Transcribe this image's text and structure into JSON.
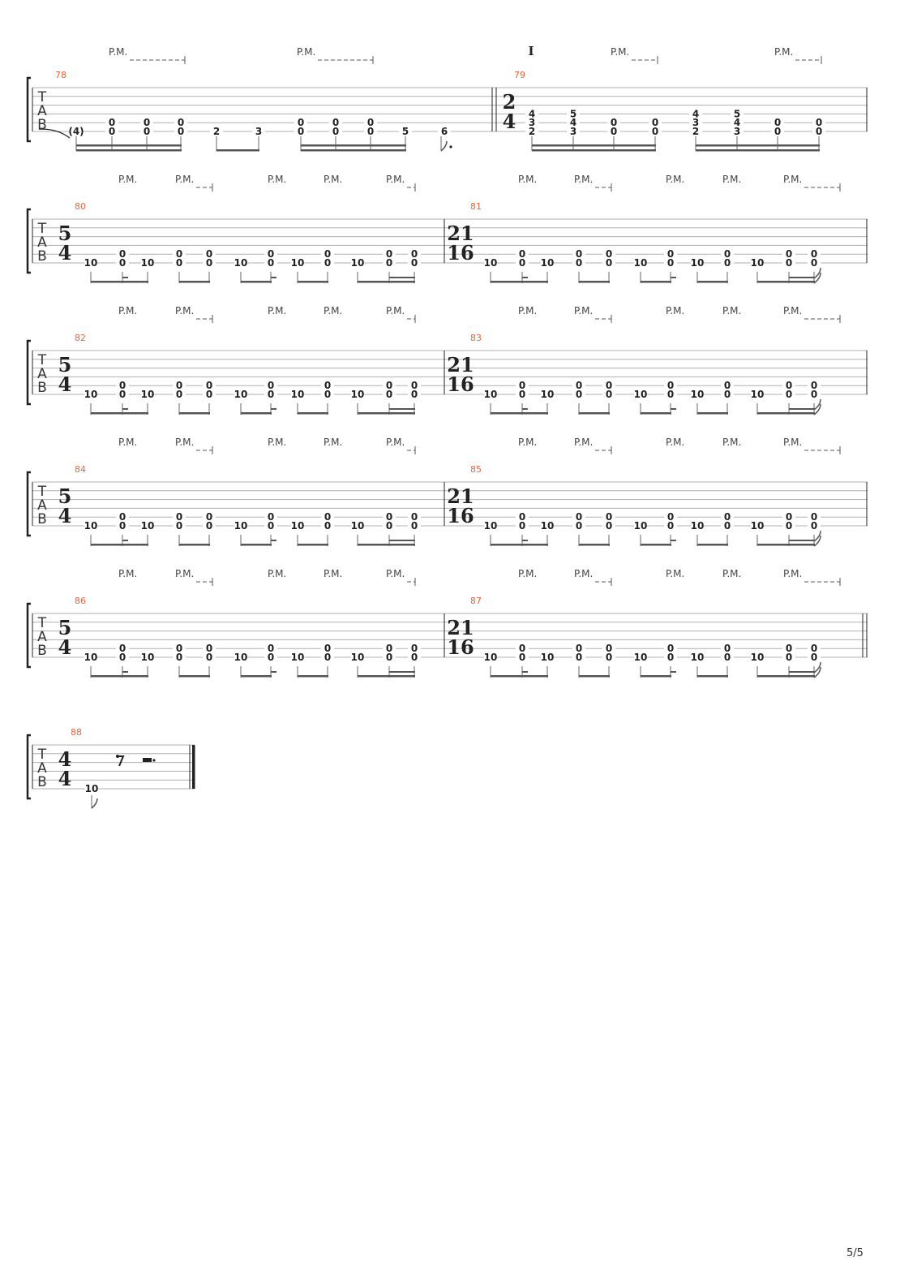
{
  "page": {
    "number": "5/5"
  },
  "labels": {
    "pm": "P.M.",
    "tab": [
      "T",
      "A",
      "B"
    ],
    "section_mark": "I"
  },
  "colors": {
    "measure_number": "#e8643c",
    "line": "#b0b0b0",
    "ink": "#222222"
  },
  "systems": [
    {
      "measures": [
        {
          "number": "78",
          "notes": [
            {
              "s": 6,
              "f": "(4)"
            },
            {
              "s": 5,
              "f": "0"
            },
            {
              "s": 6,
              "f": "0"
            },
            {
              "s": 5,
              "f": "0"
            },
            {
              "s": 6,
              "f": "0"
            },
            {
              "s": 5,
              "f": "0"
            },
            {
              "s": 6,
              "f": "0"
            },
            {
              "s": 6,
              "f": "2"
            },
            {
              "s": 6,
              "f": "3"
            },
            {
              "s": 5,
              "f": "0"
            },
            {
              "s": 6,
              "f": "0"
            },
            {
              "s": 5,
              "f": "0"
            },
            {
              "s": 6,
              "f": "0"
            },
            {
              "s": 5,
              "f": "0"
            },
            {
              "s": 6,
              "f": "0"
            },
            {
              "s": 6,
              "f": "5"
            },
            {
              "s": 6,
              "f": "6"
            }
          ]
        },
        {
          "number": "79",
          "time_signature": [
            "2",
            "4"
          ],
          "notes": [
            {
              "s": 4,
              "f": "4"
            },
            {
              "s": 5,
              "f": "3"
            },
            {
              "s": 6,
              "f": "2"
            },
            {
              "s": 4,
              "f": "5"
            },
            {
              "s": 5,
              "f": "4"
            },
            {
              "s": 6,
              "f": "3"
            },
            {
              "s": 5,
              "f": "0"
            },
            {
              "s": 6,
              "f": "0"
            },
            {
              "s": 5,
              "f": "0"
            },
            {
              "s": 6,
              "f": "0"
            },
            {
              "s": 4,
              "f": "4"
            },
            {
              "s": 5,
              "f": "3"
            },
            {
              "s": 6,
              "f": "2"
            },
            {
              "s": 4,
              "f": "5"
            },
            {
              "s": 5,
              "f": "4"
            },
            {
              "s": 6,
              "f": "3"
            },
            {
              "s": 5,
              "f": "0"
            },
            {
              "s": 6,
              "f": "0"
            },
            {
              "s": 5,
              "f": "0"
            },
            {
              "s": 6,
              "f": "0"
            }
          ]
        }
      ]
    },
    {
      "measures": [
        {
          "number": "80",
          "time_signature": [
            "5",
            "4"
          ]
        },
        {
          "number": "81",
          "time_signature": [
            "21",
            "16"
          ]
        }
      ]
    },
    {
      "measures": [
        {
          "number": "82",
          "time_signature": [
            "5",
            "4"
          ]
        },
        {
          "number": "83",
          "time_signature": [
            "21",
            "16"
          ]
        }
      ]
    },
    {
      "measures": [
        {
          "number": "84",
          "time_signature": [
            "5",
            "4"
          ]
        },
        {
          "number": "85",
          "time_signature": [
            "21",
            "16"
          ]
        }
      ]
    },
    {
      "measures": [
        {
          "number": "86",
          "time_signature": [
            "5",
            "4"
          ]
        },
        {
          "number": "87",
          "time_signature": [
            "21",
            "16"
          ]
        }
      ]
    },
    {
      "measures": [
        {
          "number": "88",
          "time_signature": [
            "4",
            "4"
          ],
          "notes": [
            {
              "s": 6,
              "f": "10"
            }
          ]
        }
      ]
    }
  ],
  "riff_pattern": {
    "notes": [
      {
        "s": 6,
        "f": "10"
      },
      {
        "s": 5,
        "f": "0"
      },
      {
        "s": 6,
        "f": "0"
      },
      {
        "s": 6,
        "f": "10"
      },
      {
        "s": 5,
        "f": "0"
      },
      {
        "s": 6,
        "f": "0"
      },
      {
        "s": 5,
        "f": "0"
      },
      {
        "s": 6,
        "f": "0"
      },
      {
        "s": 6,
        "f": "10"
      },
      {
        "s": 5,
        "f": "0"
      },
      {
        "s": 6,
        "f": "0"
      },
      {
        "s": 6,
        "f": "10"
      },
      {
        "s": 5,
        "f": "0"
      },
      {
        "s": 6,
        "f": "0"
      },
      {
        "s": 6,
        "f": "10"
      },
      {
        "s": 5,
        "f": "0"
      },
      {
        "s": 6,
        "f": "0"
      },
      {
        "s": 5,
        "f": "0"
      },
      {
        "s": 6,
        "f": "0"
      }
    ]
  }
}
